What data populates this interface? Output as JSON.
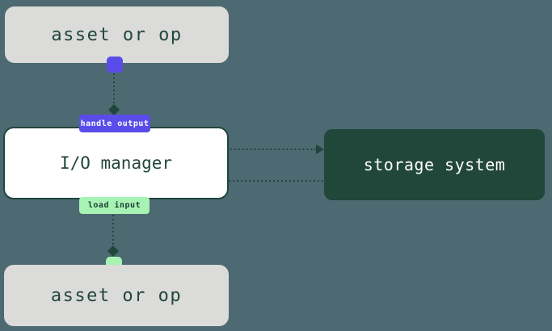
{
  "nodes": {
    "asset_top": {
      "label": "asset or op"
    },
    "io_manager": {
      "label": "I/O manager"
    },
    "storage": {
      "label": "storage system"
    },
    "asset_bottom": {
      "label": "asset or op"
    }
  },
  "badges": {
    "handle_output": {
      "label": "handle output"
    },
    "load_input": {
      "label": "load input"
    }
  },
  "colors": {
    "bg": "#4d6971",
    "node_bg": "#dbdbd9",
    "node_text": "#21463d",
    "purple": "#5a4ce9",
    "green_light": "#a7f3b4",
    "io_bg": "#ffffff",
    "storage_bg": "#21463a",
    "storage_text": "#ffffff",
    "line": "#21463d",
    "badge_output_text": "#ffffff",
    "badge_input_text": "#1c3f33"
  }
}
